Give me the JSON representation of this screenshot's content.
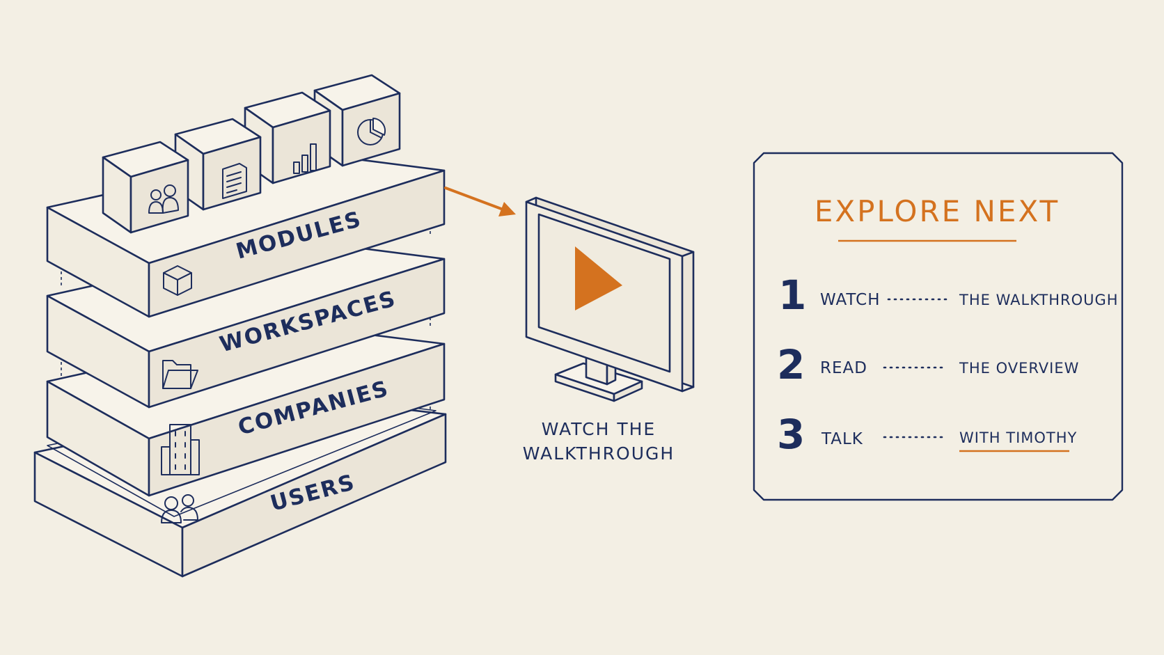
{
  "stack": {
    "layers": [
      {
        "label": "MODULES",
        "icon": "cube-icon"
      },
      {
        "label": "WORKSPACES",
        "icon": "folder-icon"
      },
      {
        "label": "COMPANIES",
        "icon": "building-icon"
      },
      {
        "label": "USERS",
        "icon": "users-icon"
      }
    ],
    "module_boxes": [
      "users-icon",
      "document-icon",
      "bar-chart-icon",
      "pie-chart-icon"
    ]
  },
  "monitor": {
    "caption_line1": "WATCH THE",
    "caption_line2": "WALKTHROUGH",
    "icon": "play-icon"
  },
  "panel": {
    "title": "EXPLORE NEXT",
    "steps": [
      {
        "number": "1",
        "verb": "WATCH",
        "target": "THE WALKTHROUGH",
        "underlined": false
      },
      {
        "number": "2",
        "verb": "READ",
        "target": "THE OVERVIEW",
        "underlined": false
      },
      {
        "number": "3",
        "verb": "TALK",
        "target": "WITH TIMOTHY",
        "underlined": true
      }
    ]
  },
  "colors": {
    "background": "#f3efe4",
    "ink": "#1d2d5c",
    "accent": "#d4721f"
  }
}
